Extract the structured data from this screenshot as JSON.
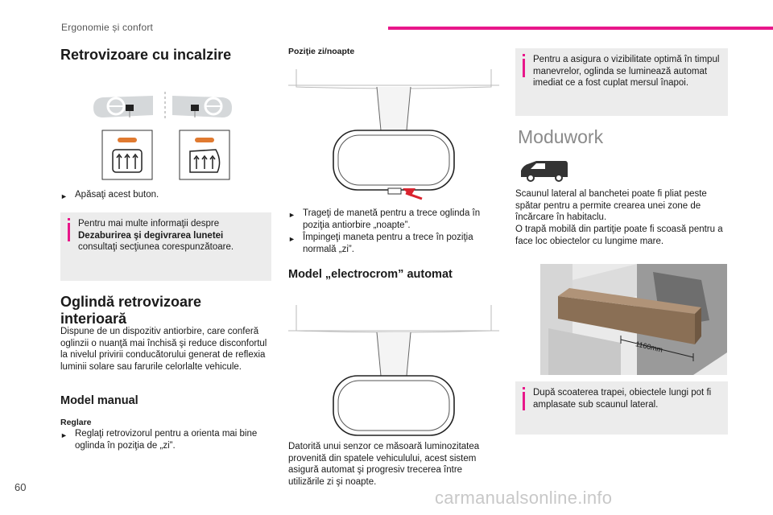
{
  "header": {
    "section": "Ergonomie și confort",
    "accent": "#e8178a"
  },
  "page_number": "60",
  "watermark": "carmanualsonline.info",
  "col1": {
    "title_heated": "Retrovizoare cu incalzire",
    "bullet_press": "Apăsaţi acest buton.",
    "note": {
      "before": "Pentru mai multe informaţii despre ",
      "bold": "Dezaburirea şi degivrarea lunetei",
      "after": " consultaţi secţiunea corespunzătoare."
    },
    "title_interior": "Oglindă retrovizoare interioară",
    "interior_text": "Dispune de un dispozitiv antiorbire, care conferă oglinzii o nuanţă mai închisă şi reduce disconfortul la nivelul privirii conducătorului generat de reflexia luminii solare sau farurile celorlalte vehicule.",
    "title_manual": "Model manual",
    "adjust_label": "Reglare",
    "bullet_adjust": "Reglaţi retrovizorul pentru a orienta mai bine oglinda în poziţia de „zi”."
  },
  "col2": {
    "daynight_label": "Poziţie zi/noapte",
    "bullet_pull": "Trageţi de manetă pentru a trece oglinda în poziţia antiorbire „noapte”.",
    "bullet_push": "Împingeţi maneta pentru a trece în poziţia normală „zi”.",
    "title_electro": "Model „electrocrom” automat",
    "electro_text": "Datorită unui senzor ce măsoară luminozitatea provenită din spatele vehiculului, acest sistem asigură automat şi progresiv trecerea între utilizările zi şi noapte."
  },
  "col3": {
    "note_visibility": "Pentru a asigura o vizibilitate optimă în timpul manevrelor, oglinda se luminează automat imediat ce a fost cuplat mersul înapoi.",
    "title_moduwork": "Moduwork",
    "moduwork_text1": "Scaunul lateral al banchetei poate fi pliat peste spătar pentru a permite crearea unei zone de încărcare în habitaclu.",
    "moduwork_text2": "O trapă mobilă din partiţie poate fi scoasă pentru a face loc obiectelor cu lungime mare.",
    "dimension_label": "1160mm",
    "note_items": "După scoaterea trapei, obiectele lungi pot fi amplasate sub scaunul lateral."
  }
}
